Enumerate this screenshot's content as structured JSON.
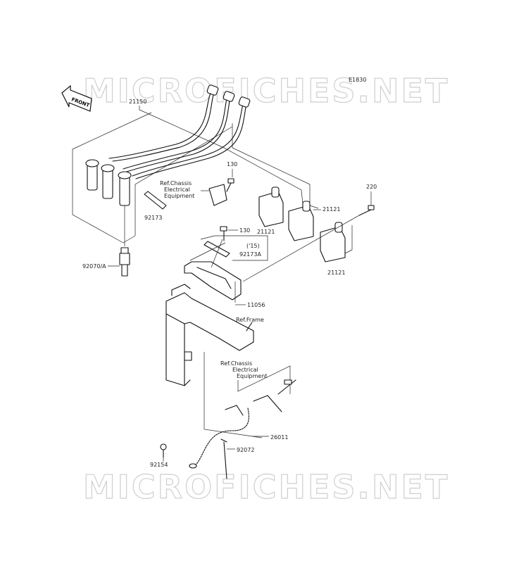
{
  "diagram_code": "E1830",
  "watermark": "MICROFICHES.NET",
  "front_arrow_label": "FRONT",
  "labels": {
    "p21150": "21150",
    "p130a": "130",
    "p130b": "130",
    "ref_chassis_1": [
      "Ref.Chassis",
      "Electrical",
      "Equipment"
    ],
    "p92173": "92173",
    "p92173A": "92173A",
    "note15": "('15)",
    "p92070A": "92070/A",
    "p21121a": "21121",
    "p21121b": "21121",
    "p21121c": "21121",
    "p220": "220",
    "p11056": "11056",
    "ref_frame": "Ref.Frame",
    "ref_chassis_2": [
      "Ref.Chassis",
      "Electrical",
      "Equipment"
    ],
    "p26011": "26011",
    "p92072": "92072",
    "p92154": "92154"
  }
}
